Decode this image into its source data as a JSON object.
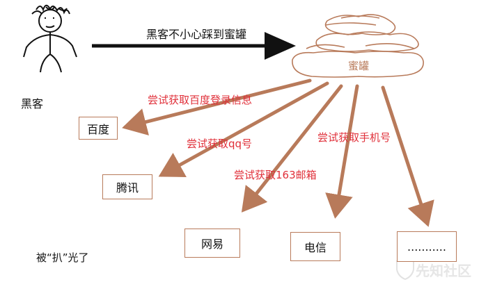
{
  "hacker": {
    "label": "黑客",
    "outcome": "被“扒”光了"
  },
  "arrow_top": {
    "label": "黑客不小心踩到蜜罐"
  },
  "honeypot": {
    "label": "蜜罐"
  },
  "attempts": [
    "尝试获取百度登录信息",
    "尝试获取qq号",
    "尝试获取163邮箱",
    "尝试获取手机号"
  ],
  "targets": [
    "百度",
    "腾讯",
    "网易",
    "电信",
    "..........."
  ],
  "watermark": "先知社区",
  "colors": {
    "arrow": "#b87a5a",
    "red_text": "#e0303a",
    "box_border": "#b87a5a",
    "black_arrow": "#111111"
  },
  "icons": [
    "stick-figure-icon",
    "cloud-icon",
    "shield-logo-icon"
  ]
}
